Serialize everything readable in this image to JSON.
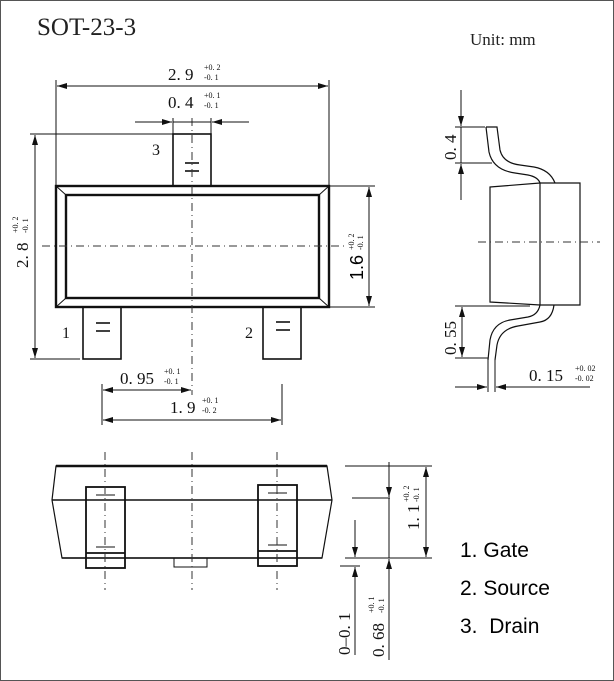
{
  "title": "SOT-23-3",
  "unit_label": "Unit: mm",
  "top_view": {
    "dimensions": {
      "body_length": {
        "value": "2. 9",
        "tol_plus": "+0. 2",
        "tol_minus": "-0. 1"
      },
      "lead_width": {
        "value": "0. 4",
        "tol_plus": "+0. 1",
        "tol_minus": "-0. 1"
      },
      "total_width": {
        "value": "2. 8",
        "tol_plus": "+0. 2",
        "tol_minus": "-0. 1"
      },
      "body_width": {
        "value": "1.6",
        "tol_plus": "+0. 2",
        "tol_minus": "-0. 1"
      },
      "pitch": {
        "value": "0. 95",
        "tol_plus": "+0. 1",
        "tol_minus": "-0. 1"
      },
      "lead_span": {
        "value": "1. 9",
        "tol_plus": "+0. 1",
        "tol_minus": "-0. 2"
      }
    },
    "pin_labels": [
      "1",
      "2",
      "3"
    ]
  },
  "side_view": {
    "dimensions": {
      "lead_top": {
        "value": "0. 4"
      },
      "lead_length": {
        "value": "0. 55"
      },
      "lead_thickness": {
        "value": "0. 15",
        "tol_plus": "+0. 02",
        "tol_minus": "-0. 02"
      }
    }
  },
  "front_view": {
    "dimensions": {
      "height": {
        "value": "1. 1",
        "tol_plus": "+0. 2",
        "tol_minus": "-0. 1"
      },
      "standoff": {
        "value": "0–0. 1"
      },
      "body_height": {
        "value": "0. 68",
        "tol_plus": "+0. 1",
        "tol_minus": "-0. 1"
      }
    }
  },
  "pin_legend": [
    {
      "number": "1.",
      "name": "Gate"
    },
    {
      "number": "2.",
      "name": "Source"
    },
    {
      "number": "3.",
      "name": "Drain"
    }
  ]
}
